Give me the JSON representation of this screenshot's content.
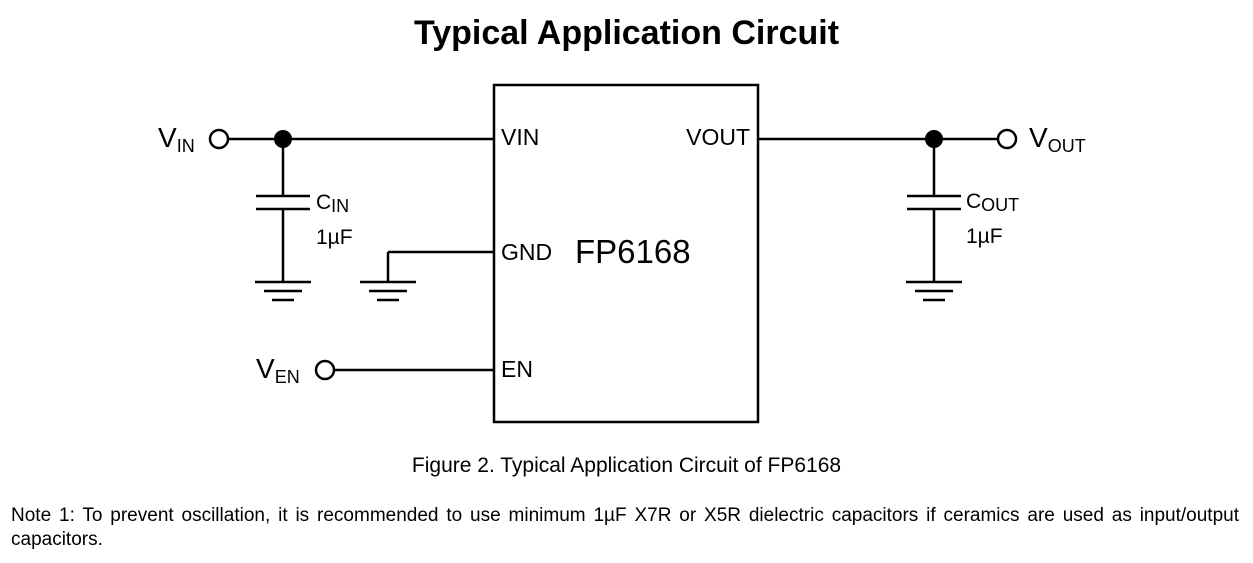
{
  "title": "Typical Application Circuit",
  "ic": {
    "name": "FP6168",
    "pins": {
      "vin": "VIN",
      "vout": "VOUT",
      "gnd": "GND",
      "en": "EN"
    }
  },
  "terminals": {
    "vin": {
      "main": "V",
      "sub": "IN"
    },
    "vout": {
      "main": "V",
      "sub": "OUT"
    },
    "ven": {
      "main": "V",
      "sub": "EN"
    }
  },
  "capacitors": {
    "cin": {
      "main": "C",
      "sub": "IN",
      "value": "1µF"
    },
    "cout": {
      "main": "C",
      "sub": "OUT",
      "value": "1µF"
    }
  },
  "caption": "Figure 2. Typical Application Circuit of FP6168",
  "note": "Note 1: To prevent oscillation, it is recommended to use minimum 1µF X7R or X5R dielectric capacitors if ceramics are used as input/output capacitors."
}
